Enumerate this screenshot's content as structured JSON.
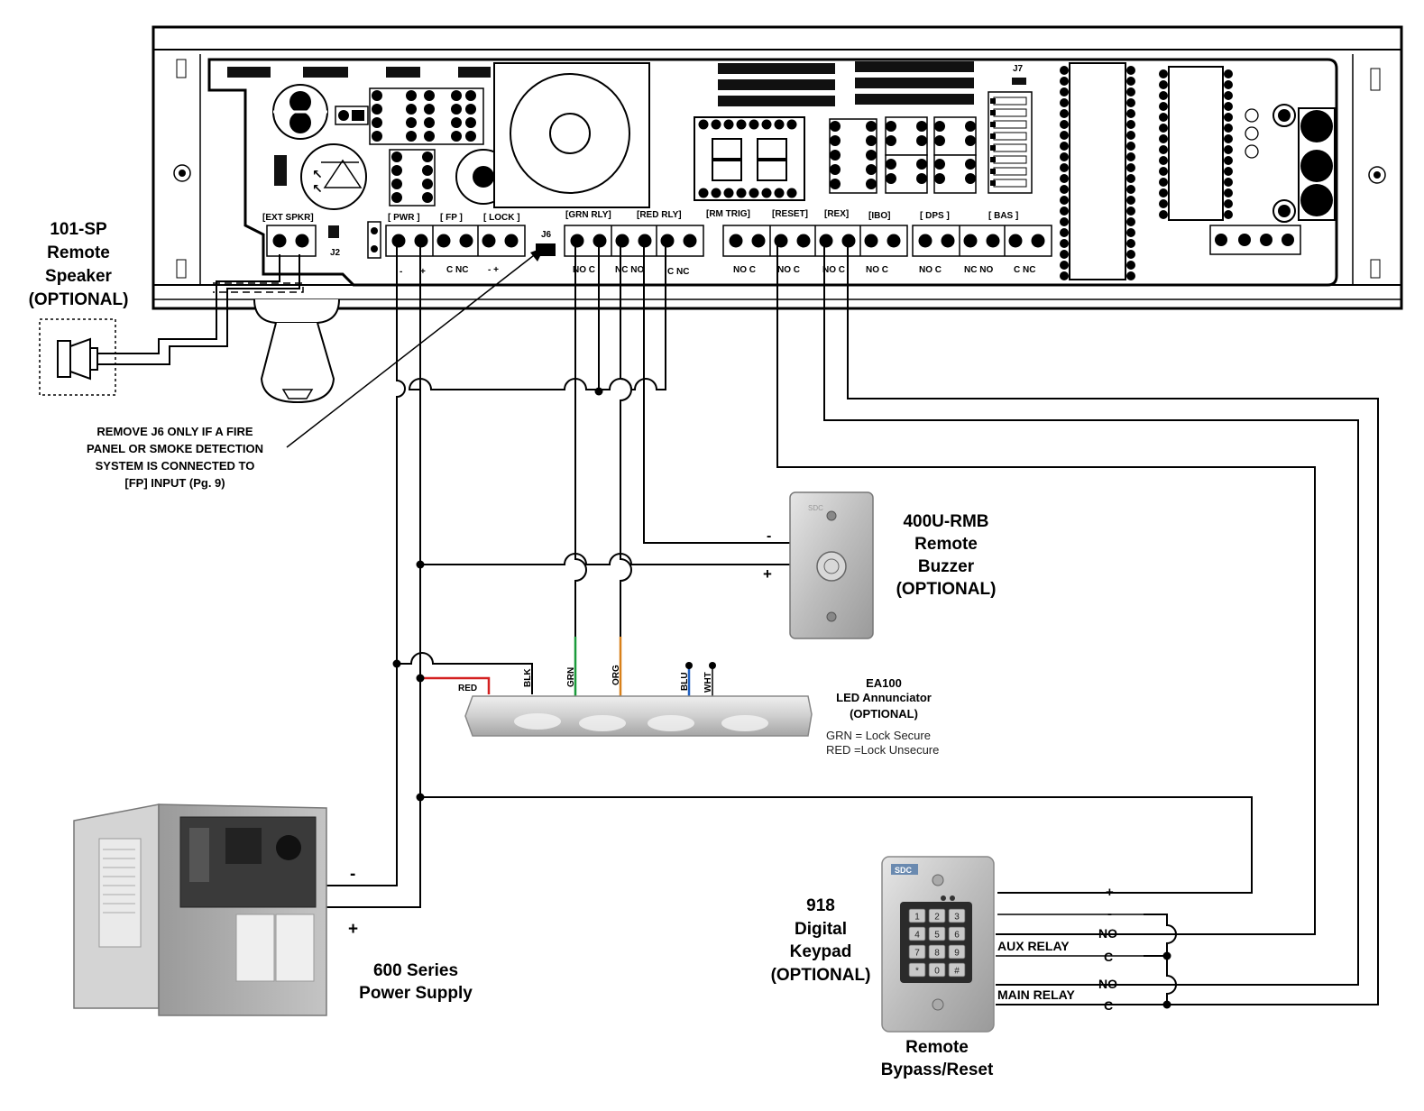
{
  "controller": {
    "labels_top": {
      "ext_spkr": "[EXT SPKR]",
      "j2": "J2",
      "pwr": "[  PWR  ]",
      "fp": "[  FP  ]",
      "lock": "[ LOCK ]",
      "j6": "J6",
      "grn_rly": "[GRN RLY]",
      "red_rly": "[RED RLY]",
      "rm_trig": "[RM TRIG]",
      "reset": "[RESET]",
      "rex": "[REX]",
      "ibo": "[IBO]",
      "dps": "[   DPS   ]",
      "bas": "[   BAS   ]",
      "j7": "J7"
    },
    "labels_bottom": {
      "pwr_minus": "-",
      "pwr_plus": "+",
      "fp": "C  NC",
      "lock": "-   +",
      "grn": "NO  C",
      "grn_red": "NC NO",
      "red": "C  NC",
      "rm_trig": "NO  C",
      "reset": "NO  C",
      "rex": "NO  C",
      "ibo": "NO  C",
      "dps1": "NO  C",
      "dps2": "NC NO",
      "bas": "C  NC"
    }
  },
  "speaker": {
    "title": "101-SP",
    "line2": "Remote",
    "line3": "Speaker",
    "line4": "(OPTIONAL)"
  },
  "j6_note": {
    "line1": "REMOVE J6 ONLY IF A FIRE",
    "line2": "PANEL OR SMOKE DETECTION",
    "line3": "SYSTEM IS CONNECTED TO",
    "line4": "[FP] INPUT (Pg. 9)"
  },
  "buzzer": {
    "title": "400U-RMB",
    "line2": "Remote",
    "line3": "Buzzer",
    "line4": "(OPTIONAL)",
    "minus": "-",
    "plus": "+",
    "brand": "SDC"
  },
  "annunciator": {
    "title": "EA100",
    "line2": "LED Annunciator",
    "line3": "(OPTIONAL)",
    "legend1": "GRN =  Lock Secure",
    "legend2": "RED  =Lock Unsecure",
    "wires": {
      "red": "RED",
      "blk": "BLK",
      "grn": "GRN",
      "org": "ORG",
      "blu": "BLU",
      "wht": "WHT"
    }
  },
  "power_supply": {
    "title": "600 Series",
    "line2": "Power Supply",
    "minus": "-",
    "plus": "+"
  },
  "keypad": {
    "title": "918",
    "line2": "Digital",
    "line3": "Keypad",
    "line4": "(OPTIONAL)",
    "caption1": "Remote",
    "caption2": "Bypass/Reset",
    "brand": "SDC",
    "keys": [
      "1",
      "2",
      "3",
      "4",
      "5",
      "6",
      "7",
      "8",
      "9",
      "*",
      "0",
      "#"
    ],
    "terminals": {
      "plus": "+",
      "minus": "-",
      "no1": "NO",
      "c1": "C",
      "no2": "NO",
      "c2": "C"
    },
    "aux_relay": "AUX RELAY",
    "main_relay": "MAIN RELAY"
  },
  "colors": {
    "wire": "#000000",
    "red": "#d42020",
    "green": "#1a9a3a",
    "orange": "#d8801a",
    "blue": "#1e5fc0",
    "box_gray": "#b8b8b8",
    "plate": "#c9c9c9"
  }
}
